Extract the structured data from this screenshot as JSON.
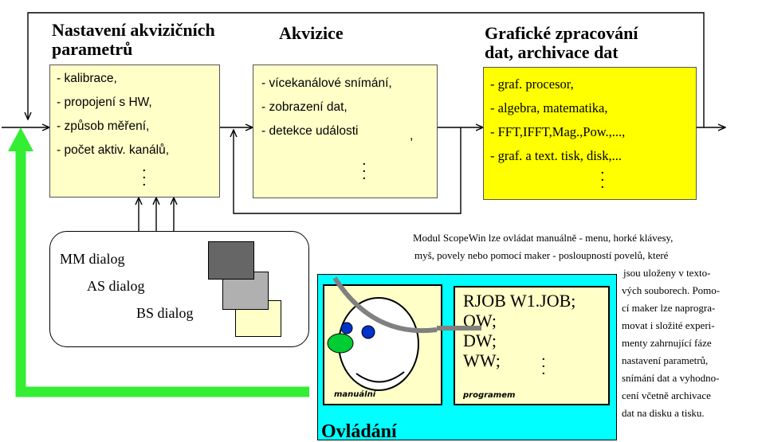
{
  "blocks": {
    "settings": {
      "title_line1": "Nastavení akvizičních",
      "title_line2": "parametrů",
      "items": [
        "- kalibrace,",
        "- propojení s HW,",
        "- způsob měření,",
        "- počet aktiv. kanálů,"
      ]
    },
    "acquisition": {
      "title": "Akvizice",
      "items": [
        "- vícekanálové snímání,",
        "- zobrazení dat,",
        "- detekce události"
      ],
      "comma": ","
    },
    "processing": {
      "title_line1": "Grafické zpracování",
      "title_line2": "dat, archivace dat",
      "items": [
        "- graf. procesor,",
        "- algebra, matematika,",
        "- FFT,IFFT,Mag.,Pow.,...,",
        "- graf. a text. tisk, disk,..."
      ]
    }
  },
  "dialogs": {
    "mm": "MM dialog",
    "as": "AS dialog",
    "bs": "BS dialog"
  },
  "control": {
    "title": "Ovládání",
    "manual_label": "manuální",
    "program_label": "programem",
    "code_lines": [
      "RJOB W1.JOB;",
      "QW;",
      "DW;",
      "WW;"
    ]
  },
  "description": {
    "lines": [
      "Modul ScopeWin lze ovládat manuálně - menu, horké klávesy,",
      "myš,  povely nebo pomocí maker - posloupností povelů, které",
      "jsou uloženy v texto-",
      "vých  souborech. Pomo-",
      "cí maker lze naprogra-",
      "movat i složité experi-",
      "menty zahrnující fáze",
      "nastavení parametrů,",
      "snímání dat a vyhodno-",
      "cení včetně archivace",
      "dat na disku a tisku."
    ]
  },
  "colors": {
    "light_yellow": "#ffffc8",
    "yellow": "#ffff00",
    "cyan": "#00ffff",
    "green": "#33ee33",
    "dark_gray": "#666666",
    "mid_gray": "#b0b0b0"
  }
}
